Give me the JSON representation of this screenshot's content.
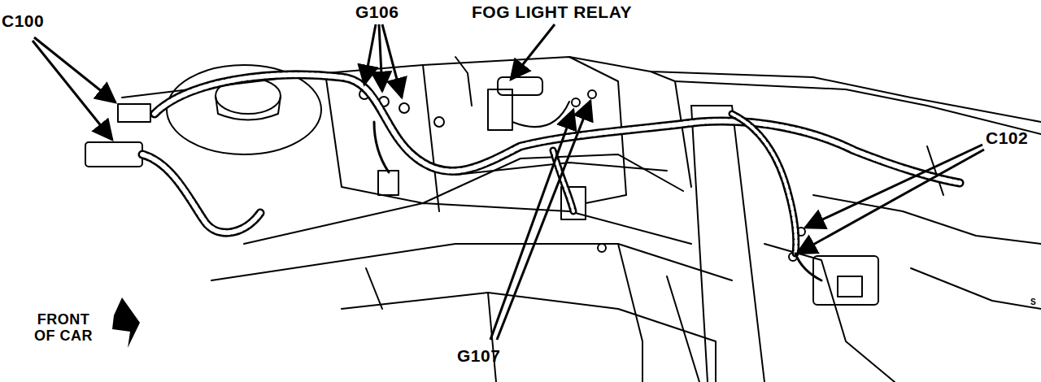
{
  "diagram": {
    "labels": [
      "C100",
      "G106",
      "FOG LIGHT RELAY",
      "C102",
      "G107",
      "FRONT OF CAR",
      "S"
    ]
  }
}
